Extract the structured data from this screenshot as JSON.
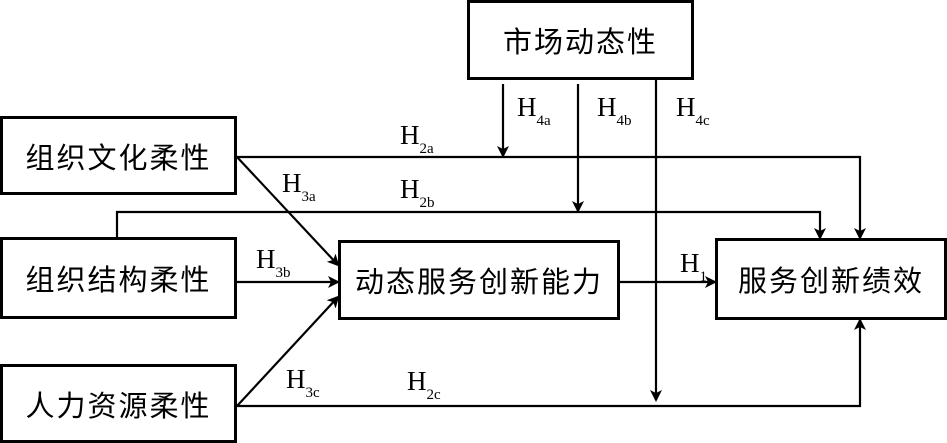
{
  "nodes": {
    "market": "市场动态性",
    "org_culture": "组织文化柔性",
    "org_structure": "组织结构柔性",
    "hr": "人力资源柔性",
    "dynamic": "动态服务创新能力",
    "performance": "服务创新绩效"
  },
  "hypotheses": {
    "h1": {
      "main": "H",
      "sub": "1"
    },
    "h2a": {
      "main": "H",
      "sub": "2a"
    },
    "h2b": {
      "main": "H",
      "sub": "2b"
    },
    "h2c": {
      "main": "H",
      "sub": "2c"
    },
    "h3a": {
      "main": "H",
      "sub": "3a"
    },
    "h3b": {
      "main": "H",
      "sub": "3b"
    },
    "h3c": {
      "main": "H",
      "sub": "3c"
    },
    "h4a": {
      "main": "H",
      "sub": "4a"
    },
    "h4b": {
      "main": "H",
      "sub": "4b"
    },
    "h4c": {
      "main": "H",
      "sub": "4c"
    }
  }
}
